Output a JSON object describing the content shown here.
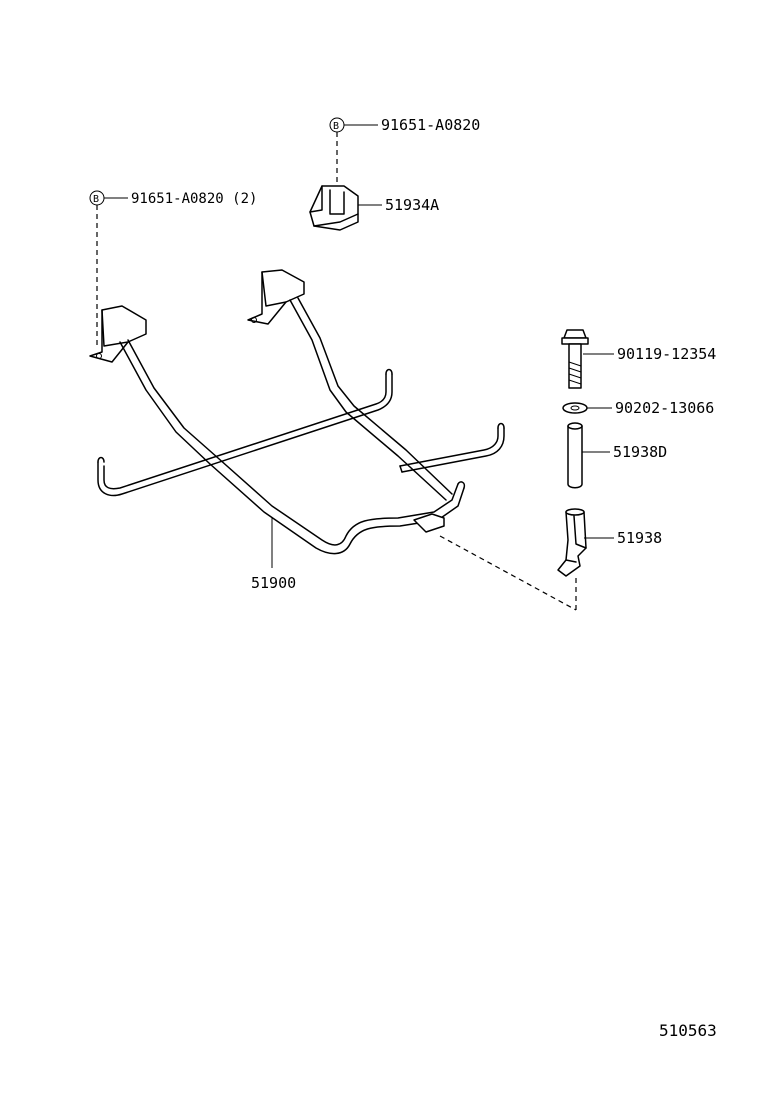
{
  "callouts": {
    "bolt_top": "91651-A0820",
    "bolt_left": "91651-A0820 (2)",
    "bracket": "51934A",
    "bolt_right": "90119-12354",
    "washer": "90202-13066",
    "collar": "51938D",
    "bracket_lower": "51938",
    "carrier_frame": "51900"
  },
  "markers": {
    "b_symbol": "B"
  },
  "diagram_code": "510563"
}
